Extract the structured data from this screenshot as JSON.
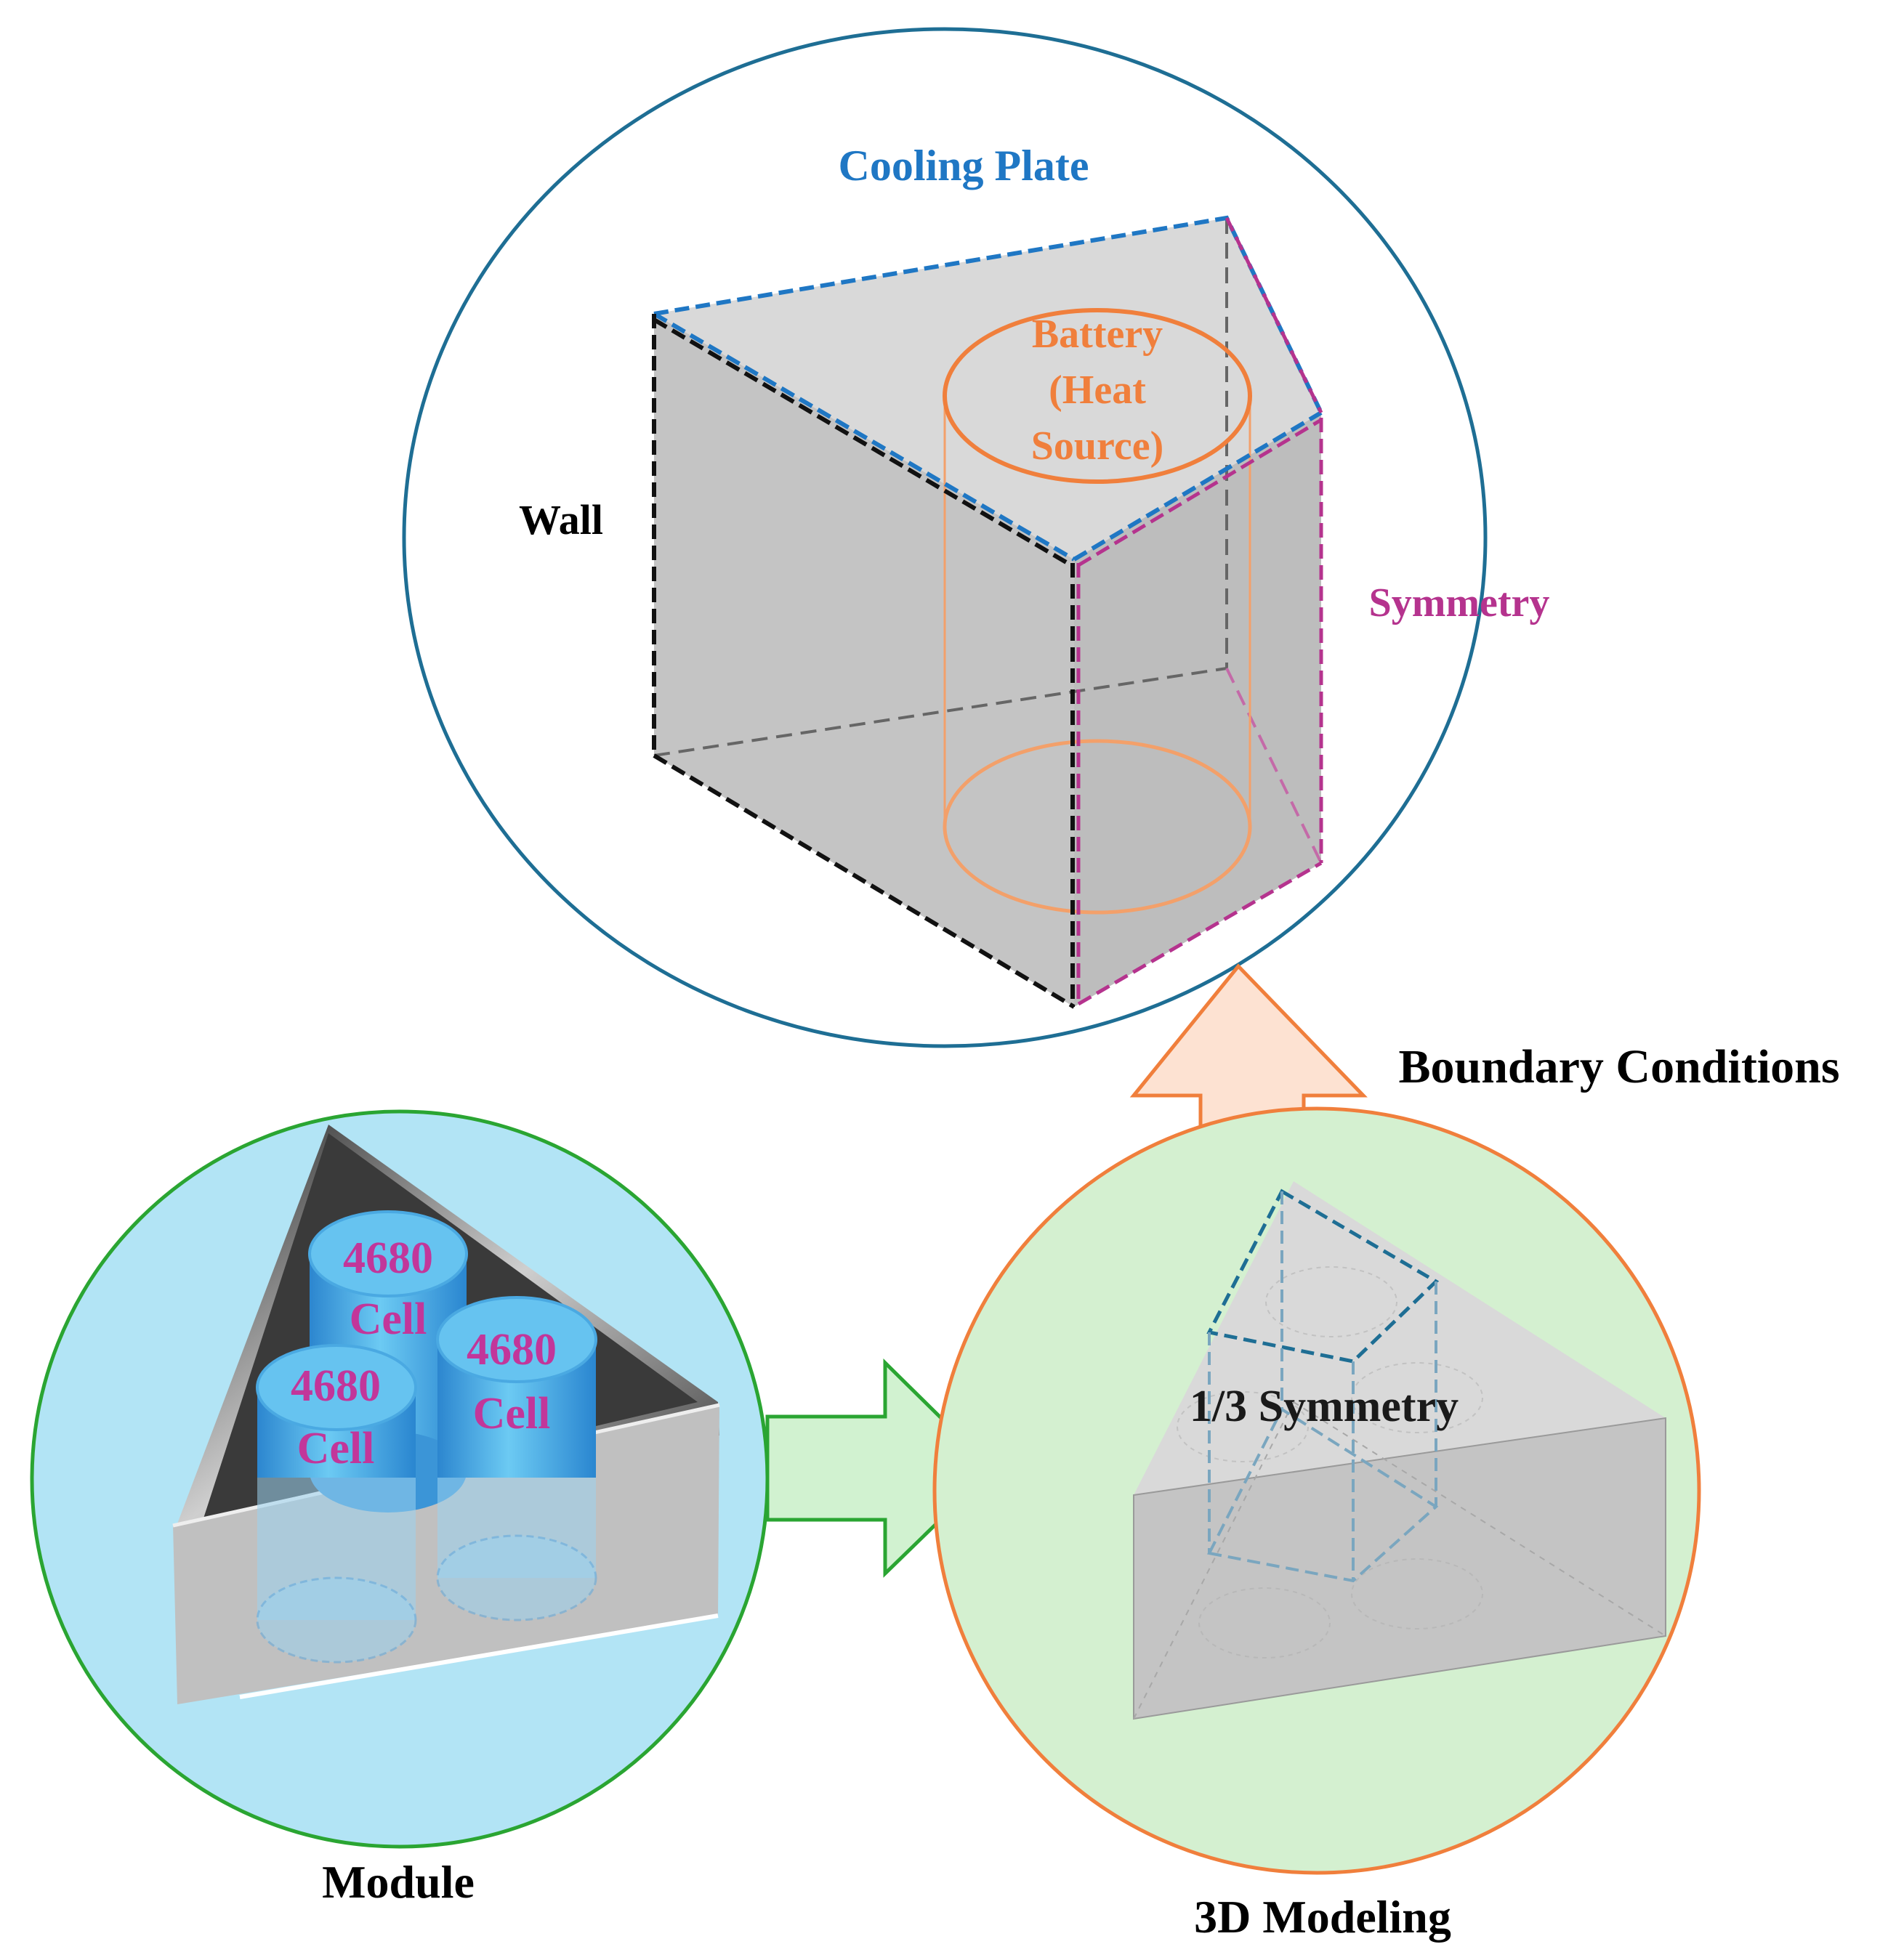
{
  "panels": {
    "boundary": {
      "cooling_plate": "Cooling Plate",
      "battery_line1": "Battery",
      "battery_line2": "(Heat",
      "battery_line3": "Source)",
      "wall": "Wall",
      "symmetry": "Symmetry"
    },
    "module": {
      "title": "Module",
      "cells": [
        {
          "line1": "4680",
          "line2": "Cell"
        },
        {
          "line1": "4680",
          "line2": "Cell"
        },
        {
          "line1": "4680",
          "line2": "Cell"
        }
      ]
    },
    "modeling": {
      "title": "3D Modeling",
      "symmetry_label": "1/3 Symmetry"
    }
  },
  "arrows": {
    "boundary_conditions": "Boundary Conditions"
  },
  "colors": {
    "cooling_plate": "#1f77c4",
    "battery": "#f07f3c",
    "wall": "#000000",
    "symmetry": "#b5338e",
    "cell_text": "#c2369a",
    "big_circle": "#1e6e94",
    "module_fill": "#b2e4f5",
    "module_stroke": "#2aa532",
    "modeling_fill": "#d4f0d0",
    "modeling_stroke": "#f07f3c",
    "arrow_up_fill": "#fde2d2",
    "arrow_right_fill": "#d1f2d0"
  }
}
